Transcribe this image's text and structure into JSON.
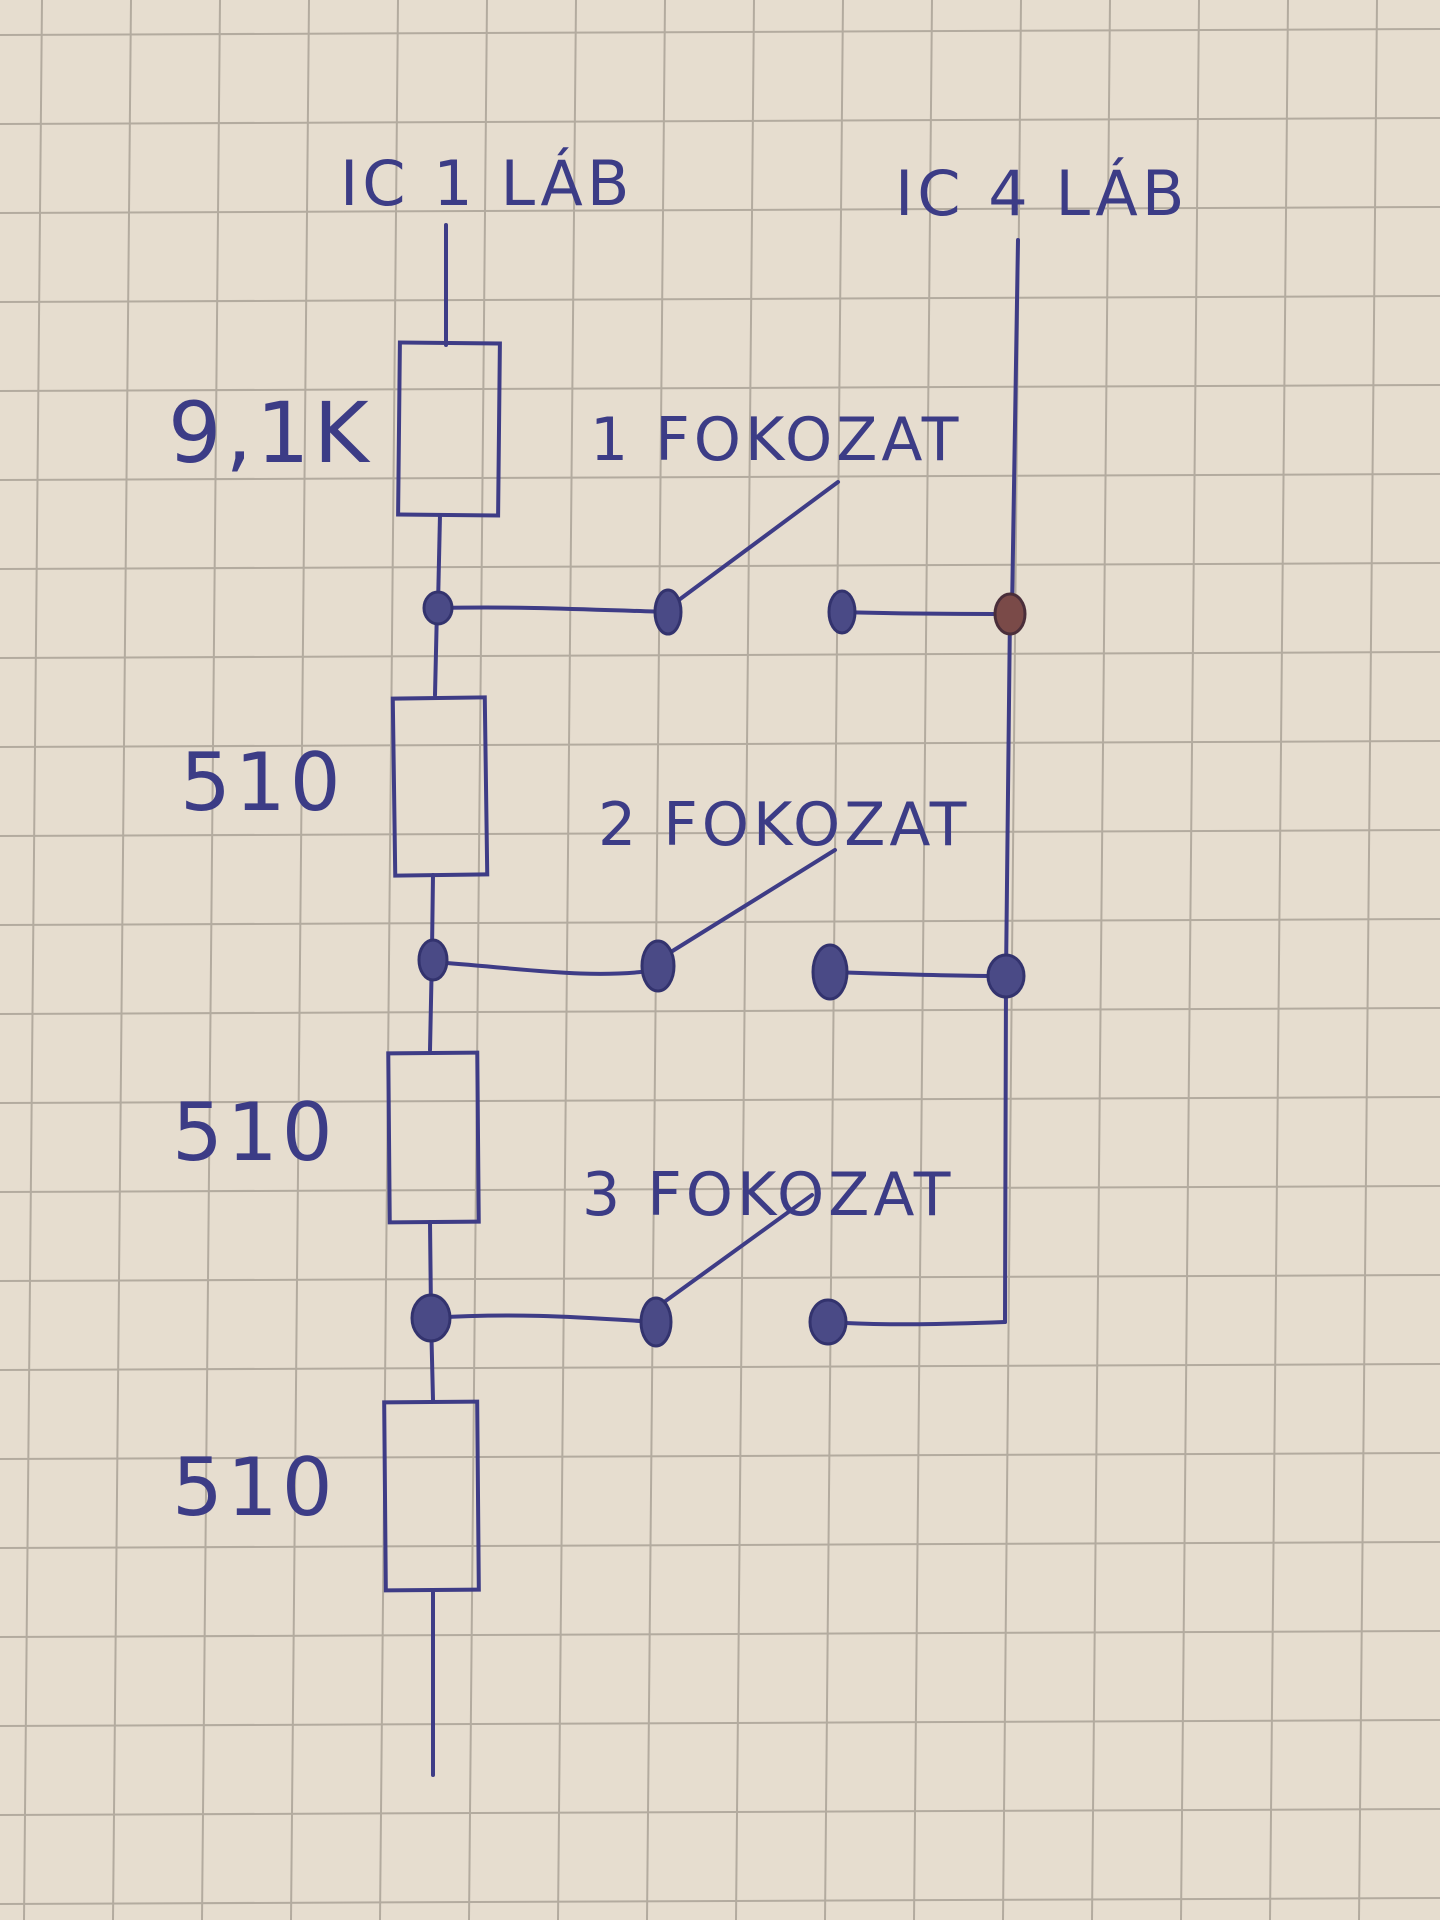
{
  "labels": {
    "top_left": "IC 1 LÁB",
    "top_right": "IC 4 LÁB"
  },
  "resistors": [
    {
      "value": "9,1K"
    },
    {
      "value": "510"
    },
    {
      "value": "510"
    },
    {
      "value": "510"
    }
  ],
  "switches": [
    {
      "label": "1 FOKOZAT"
    },
    {
      "label": "2 FOKOZAT"
    },
    {
      "label": "3 FOKOZAT"
    }
  ],
  "colors": {
    "paper": "#e6ddcf",
    "grid": "#b3ab9f",
    "ink": "#3e3c86",
    "node_highlight": "#7a4a48"
  }
}
